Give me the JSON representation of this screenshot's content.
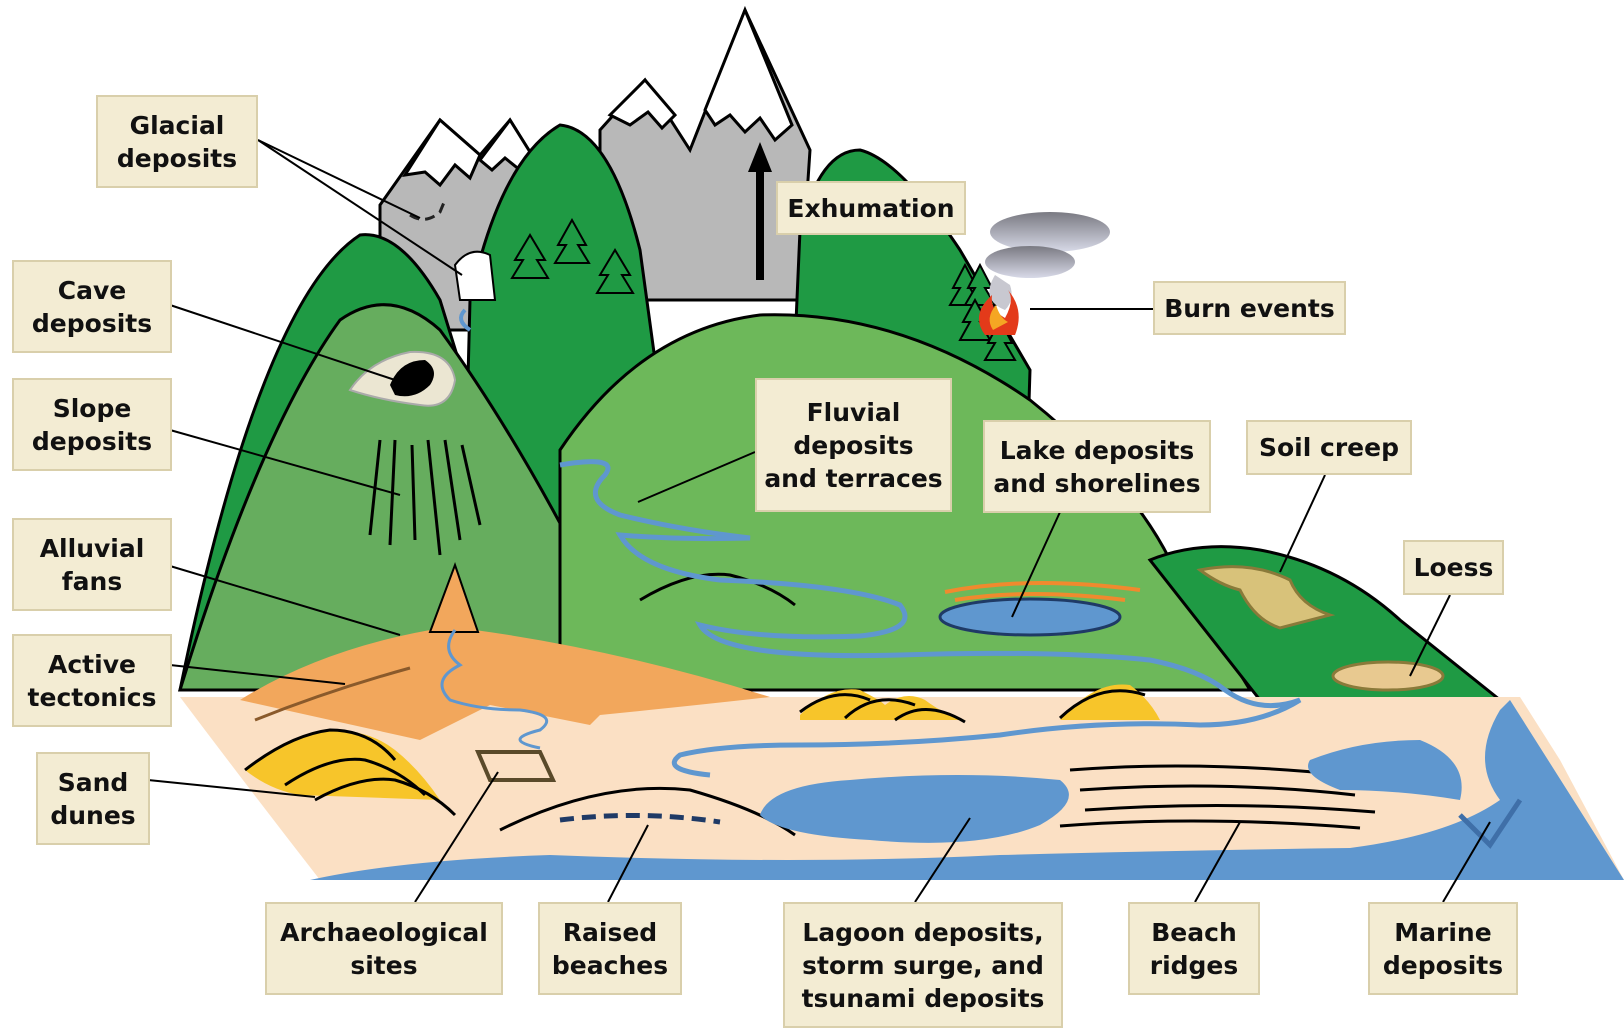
{
  "labels": {
    "glacial": "Glacial\ndeposits",
    "cave": "Cave\ndeposits",
    "slope": "Slope\ndeposits",
    "alluvial": "Alluvial\nfans",
    "tectonics": "Active\ntectonics",
    "dunes": "Sand\ndunes",
    "archaeological": "Archaeological\nsites",
    "raised_beaches": "Raised\nbeaches",
    "lagoon": "Lagoon deposits,\nstorm surge, and\ntsunami deposits",
    "beach_ridges": "Beach\nridges",
    "marine": "Marine\ndeposits",
    "exhumation": "Exhumation",
    "burn": "Burn events",
    "fluvial": "Fluvial\ndeposits\nand terraces",
    "lake": "Lake deposits\nand shorelines",
    "soil_creep": "Soil creep",
    "loess": "Loess"
  },
  "colors": {
    "label_fill": "#f3ecd3",
    "label_border": "#d9cfab",
    "dark_green": "#1f9a44",
    "mid_green": "#66ad5e",
    "light_green": "#6db85a",
    "rock_gray": "#b8b8b8",
    "snow": "#ffffff",
    "coastal_plain": "#fbe0c4",
    "alluvial_orange": "#f2a75c",
    "dune_yellow": "#f7c52a",
    "water_blue": "#5f97cf",
    "lake_orange": "#f08a2e",
    "loess_tan": "#e8c990"
  },
  "icons": [
    "tree-icon",
    "smoke-icon",
    "fire-icon",
    "arrow-up-icon",
    "cave-icon"
  ]
}
